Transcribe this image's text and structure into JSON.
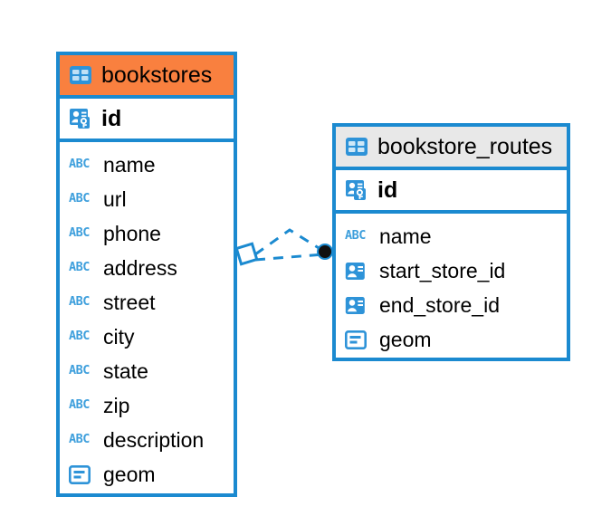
{
  "diagram": {
    "type": "entity-relationship-diagram",
    "background": "#ffffff",
    "accent_color": "#1b8ad0",
    "highlight_color": "#f9803f",
    "neutral_header_color": "#e8e8e8",
    "icon_color": "#3e9fdc"
  },
  "entities": [
    {
      "name": "bookstores",
      "header_style": "accent",
      "table_icon": "table-icon",
      "primary_key": {
        "label": "id",
        "icon": "primary-key-icon"
      },
      "fields": [
        {
          "label": "name",
          "icon": "abc-icon",
          "icon_text": "ABC"
        },
        {
          "label": "url",
          "icon": "abc-icon",
          "icon_text": "ABC"
        },
        {
          "label": "phone",
          "icon": "abc-icon",
          "icon_text": "ABC"
        },
        {
          "label": "address",
          "icon": "abc-icon",
          "icon_text": "ABC"
        },
        {
          "label": "street",
          "icon": "abc-icon",
          "icon_text": "ABC"
        },
        {
          "label": "city",
          "icon": "abc-icon",
          "icon_text": "ABC"
        },
        {
          "label": "state",
          "icon": "abc-icon",
          "icon_text": "ABC"
        },
        {
          "label": "zip",
          "icon": "abc-icon",
          "icon_text": "ABC"
        },
        {
          "label": "description",
          "icon": "abc-icon",
          "icon_text": "ABC"
        },
        {
          "label": "geom",
          "icon": "geometry-icon"
        }
      ]
    },
    {
      "name": "bookstore_routes",
      "header_style": "neutral",
      "table_icon": "table-icon",
      "primary_key": {
        "label": "id",
        "icon": "primary-key-icon"
      },
      "fields": [
        {
          "label": "name",
          "icon": "abc-icon",
          "icon_text": "ABC"
        },
        {
          "label": "start_store_id",
          "icon": "foreign-key-icon"
        },
        {
          "label": "end_store_id",
          "icon": "foreign-key-icon"
        },
        {
          "label": "geom",
          "icon": "geometry-icon"
        }
      ]
    }
  ],
  "relationship": {
    "style": "dashed",
    "color": "#1b8ad0",
    "source_marker": "diamond-marker",
    "target_marker": "filled-circle-marker",
    "link_count": 2
  }
}
